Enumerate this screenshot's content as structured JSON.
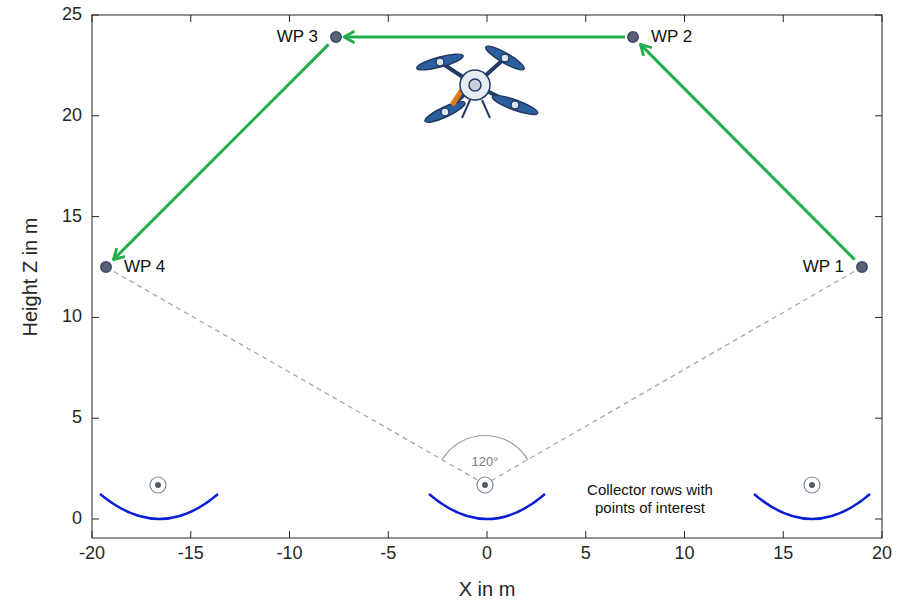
{
  "diagram": {
    "nodes": [
      {
        "text": [
          "WP 1"
        ]
      },
      {
        "text": [
          "WP 2"
        ]
      },
      {
        "text": [
          "WP 3"
        ]
      },
      {
        "text": [
          "WP 4"
        ]
      }
    ],
    "edges": [
      {
        "from": 0,
        "to": 1,
        "arrow": "to"
      },
      {
        "from": 1,
        "to": 2,
        "arrow": "to"
      },
      {
        "from": 2,
        "to": 3,
        "arrow": "to"
      }
    ],
    "labels": [
      "0",
      "5",
      "10",
      "15",
      "20",
      "25",
      "-20",
      "-15",
      "-10",
      "-5",
      "0",
      "5",
      "10",
      "15",
      "20",
      "Height Z in m",
      "X in m",
      "120°",
      "Collector rows with points of interest"
    ]
  }
}
